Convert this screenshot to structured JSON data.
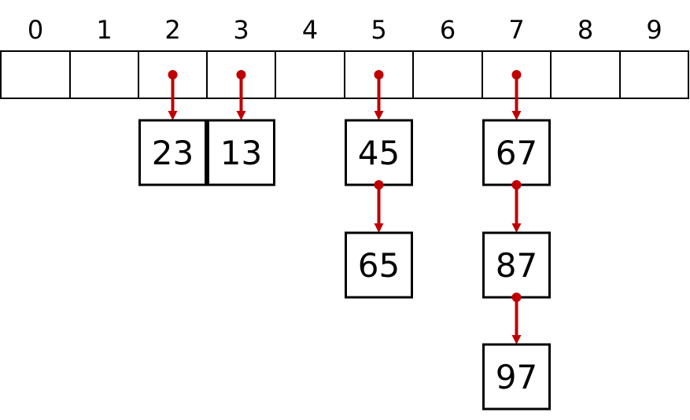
{
  "colors": {
    "pointer": "#C00000",
    "border": "#000000",
    "background": "#FFFFFF"
  },
  "table": {
    "indices": [
      "0",
      "1",
      "2",
      "3",
      "4",
      "5",
      "6",
      "7",
      "8",
      "9"
    ]
  },
  "buckets": [
    {
      "index": 2,
      "nodes": [
        "23"
      ]
    },
    {
      "index": 3,
      "nodes": [
        "13"
      ]
    },
    {
      "index": 5,
      "nodes": [
        "45",
        "65"
      ]
    },
    {
      "index": 7,
      "nodes": [
        "67",
        "87",
        "97"
      ]
    }
  ]
}
